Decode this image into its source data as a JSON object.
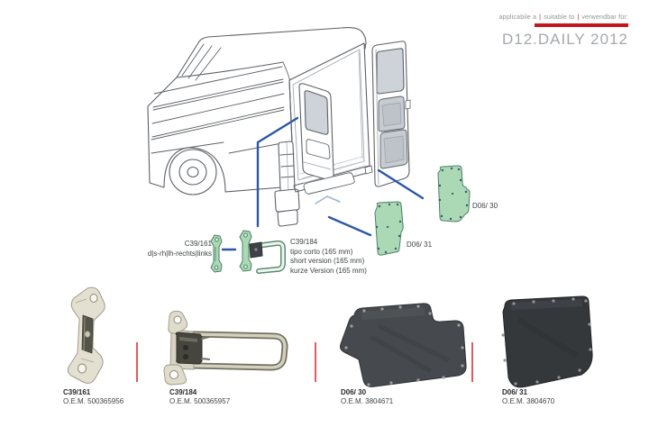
{
  "header": {
    "applicability": {
      "it": "applicabile a",
      "en": "suitable to",
      "de": "verwendbar für:",
      "sep": "|"
    },
    "title": "D12.DAILY 2012",
    "accent_color": "#c5161d",
    "title_color": "#a5a8ab"
  },
  "diagram": {
    "leader_color": "#2b57a8",
    "part_fill_color": "#abd9b6",
    "callouts": {
      "c39_161": {
        "code": "C39/161",
        "desc": "d|s-rh|lh-rechts|links"
      },
      "c39_184": {
        "code": "C39/184",
        "l1": "tipo corto (165 mm)",
        "l2": "short version (165 mm)",
        "l3": "kurze Version (165 mm)"
      },
      "d06_30": {
        "code": "D06/ 30"
      },
      "d06_31": {
        "code": "D06/ 31"
      }
    }
  },
  "products": [
    {
      "code": "C39/161",
      "oem": "O.E.M. 500365956"
    },
    {
      "code": "C39/184",
      "oem": "O.E.M. 500365957"
    },
    {
      "code": "D06/ 30",
      "oem": "O.E.M. 3804671"
    },
    {
      "code": "D06/ 31",
      "oem": "O.E.M. 3804670"
    }
  ],
  "divider_color": "#e2595e"
}
